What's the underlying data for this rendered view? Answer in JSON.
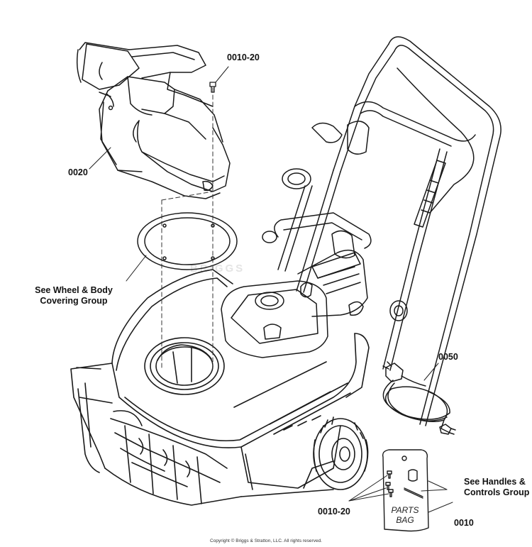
{
  "callouts": {
    "top_screw": "0010-20",
    "chute": "0020",
    "wheel_body_line1": "See Wheel & Body",
    "wheel_body_line2": "Covering Group",
    "cord": "0050",
    "handles_line1": "See Handles &",
    "handles_line2": "Controls Group",
    "bag_screws": "0010-20",
    "parts_bag": "0010"
  },
  "parts_bag": {
    "line1": "PARTS",
    "line2": "BAG"
  },
  "watermark": "BRIGGS",
  "copyright": "Copyright © Briggs & Stratton, LLC. All rights reserved.",
  "colors": {
    "line": "#1a1a1a",
    "leader": "#222222",
    "background": "#ffffff"
  }
}
